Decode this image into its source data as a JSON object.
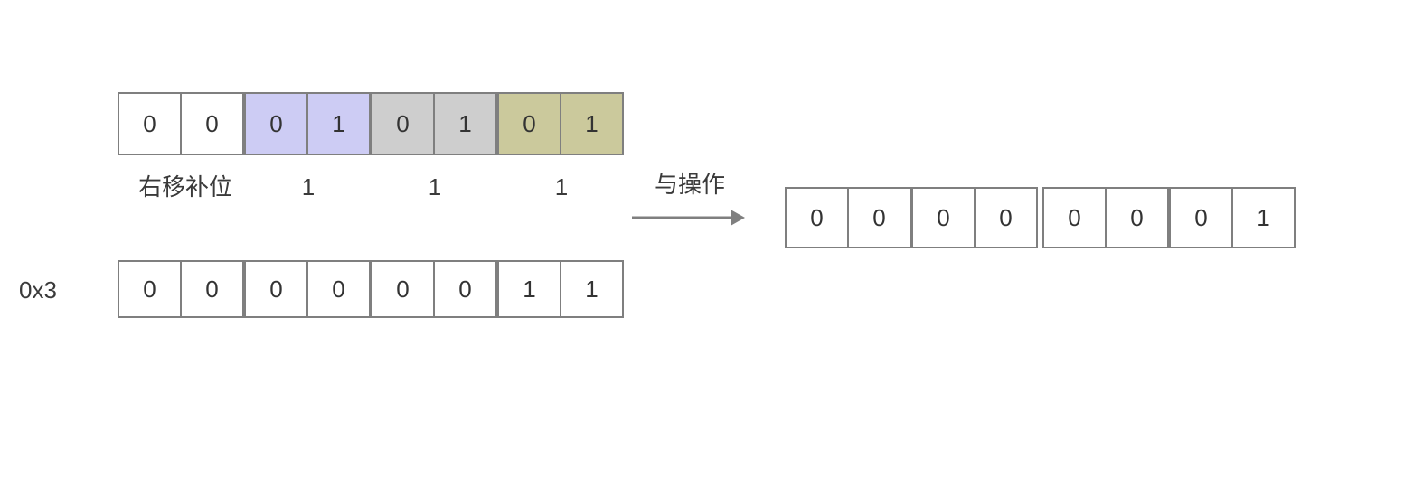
{
  "top_row": {
    "description": "shifted bits row",
    "pairs": [
      {
        "name": "white-pair",
        "color": "#ffffff",
        "cells": [
          "0",
          "0"
        ]
      },
      {
        "name": "purple-pair",
        "color": "#cdccf4",
        "cells": [
          "0",
          "1"
        ]
      },
      {
        "name": "gray-pair",
        "color": "#cecece",
        "cells": [
          "0",
          "1"
        ]
      },
      {
        "name": "olive-pair",
        "color": "#cbc99c",
        "cells": [
          "0",
          "1"
        ]
      }
    ]
  },
  "shift_row": {
    "label": "右移补位",
    "carry_bits": [
      "1",
      "1",
      "1"
    ]
  },
  "mask_row": {
    "label": "0x3",
    "pairs": [
      [
        "0",
        "0"
      ],
      [
        "0",
        "0"
      ],
      [
        "0",
        "0"
      ],
      [
        "1",
        "1"
      ]
    ]
  },
  "operation": {
    "label": "与操作"
  },
  "result_row": {
    "groups": [
      {
        "pairs": [
          [
            "0",
            "0"
          ],
          [
            "0",
            "0"
          ]
        ]
      },
      {
        "pairs": [
          [
            "0",
            "0"
          ],
          [
            "0",
            "1"
          ]
        ]
      }
    ]
  },
  "colors": {
    "border": "#7f7f7f",
    "text": "#3a3a3a",
    "pair_white": "#ffffff",
    "pair_purple": "#cdccf4",
    "pair_gray": "#cecece",
    "pair_olive": "#cbc99c",
    "arrow": "#7f7f7f"
  }
}
